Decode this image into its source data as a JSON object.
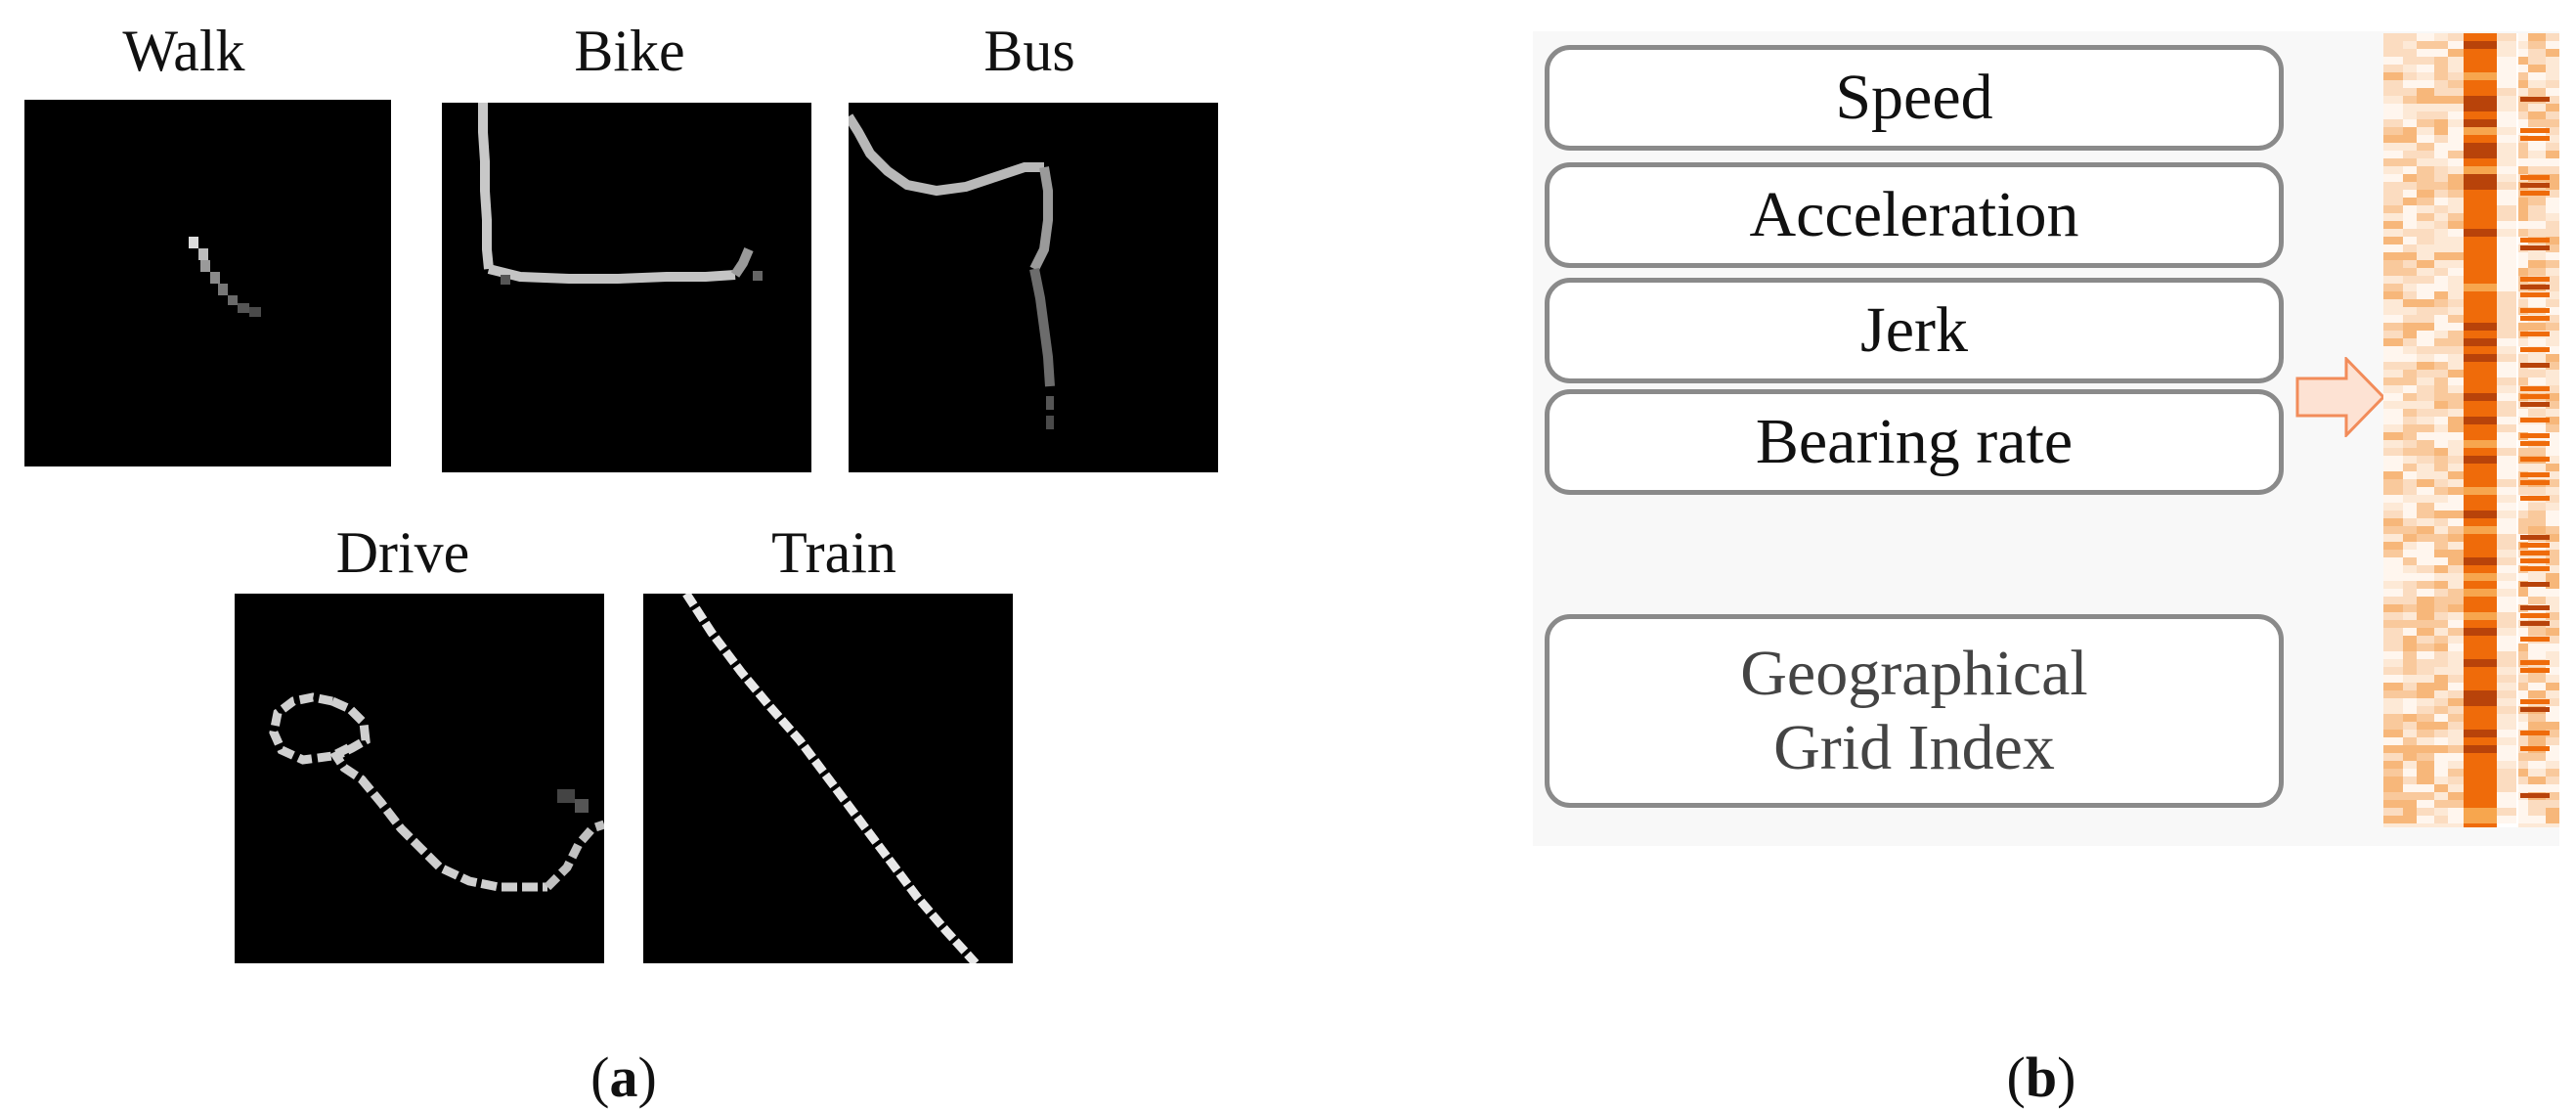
{
  "panel_a": {
    "tiles": [
      {
        "label": "Walk"
      },
      {
        "label": "Bike"
      },
      {
        "label": "Bus"
      },
      {
        "label": "Drive"
      },
      {
        "label": "Train"
      }
    ],
    "caption": {
      "open": "(",
      "letter": "a",
      "close": ")"
    }
  },
  "panel_b": {
    "features": [
      "Speed",
      "Acceleration",
      "Jerk",
      "Bearing rate"
    ],
    "geo_feature": {
      "line1": "Geographical",
      "line2": "Grid Index"
    },
    "caption": {
      "open": "(",
      "letter": "b",
      "close": ")"
    },
    "colors": {
      "box_border": "#8a8a8a",
      "arrow_fill": "#fde2d3",
      "arrow_stroke": "#f28c5a",
      "heat_light": "#fde9d6",
      "heat_mid": "#f7a64e",
      "heat_strong": "#ef6b0a",
      "heat_dark": "#b8430a"
    }
  }
}
